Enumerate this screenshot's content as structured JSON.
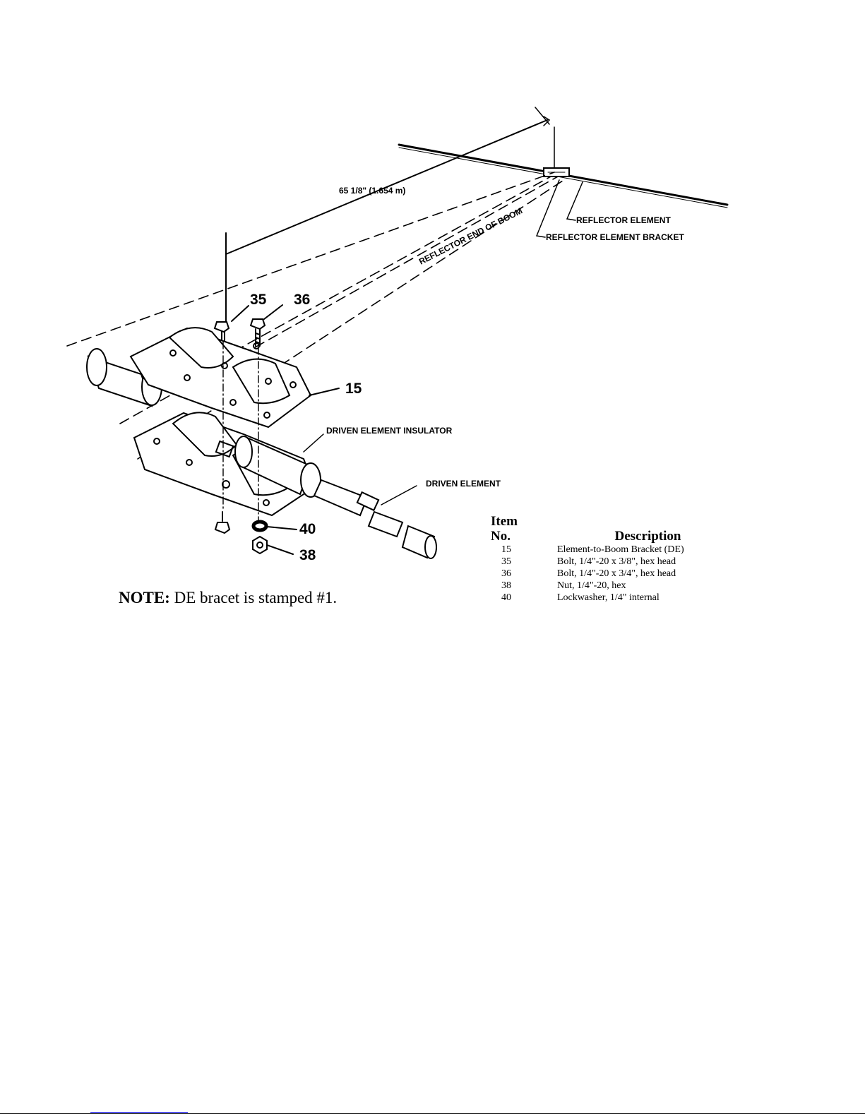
{
  "diagram": {
    "dimension_label": "65 1/8\"  (1.654 m)",
    "boom_label": "REFLECTOR END OF BOOM",
    "reflector_element_label": "REFLECTOR ELEMENT",
    "reflector_bracket_label": "REFLECTOR ELEMENT BRACKET",
    "driven_insulator_label": "DRIVEN ELEMENT INSULATOR",
    "driven_element_label": "DRIVEN ELEMENT",
    "callouts": {
      "c35": "35",
      "c36": "36",
      "c15": "15",
      "c40": "40",
      "c38": "38"
    }
  },
  "note": {
    "prefix": "NOTE:",
    "text": " DE bracet is stamped #1."
  },
  "parts_table": {
    "header_item": "Item",
    "header_no": "No.",
    "header_description": "Description",
    "rows": [
      {
        "no": "15",
        "description": "Element-to-Boom Bracket (DE)"
      },
      {
        "no": "35",
        "description": "Bolt, 1/4\"-20 x 3/8\", hex head"
      },
      {
        "no": "36",
        "description": "Bolt, 1/4\"-20 x 3/4\", hex head"
      },
      {
        "no": "38",
        "description": "Nut, 1/4\"-20, hex"
      },
      {
        "no": "40",
        "description": "Lockwasher, 1/4\" internal"
      }
    ]
  }
}
